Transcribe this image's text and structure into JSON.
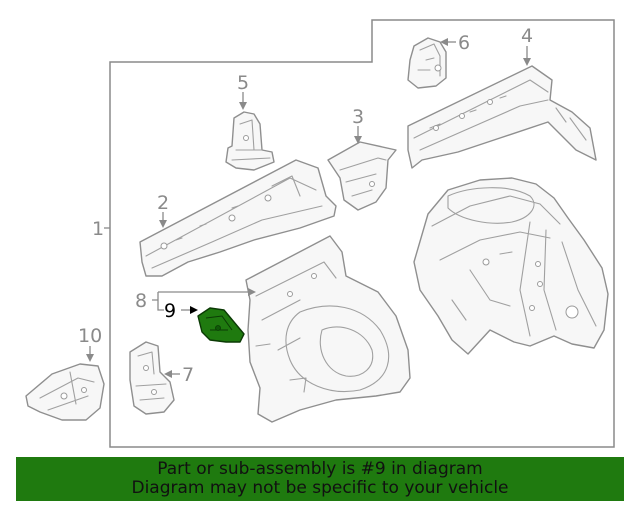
{
  "diagram": {
    "callouts": {
      "c1": "1",
      "c2": "2",
      "c3": "3",
      "c4": "4",
      "c5": "5",
      "c6": "6",
      "c7": "7",
      "c8": "8",
      "c9": "9",
      "c10": "10"
    },
    "highlight_color": "#1f7a0f",
    "highlighted_part": "9"
  },
  "footer": {
    "line1": "Part or sub-assembly is #9 in diagram",
    "line2": "Diagram may not be specific to your vehicle",
    "background": "#1f7a0f"
  }
}
